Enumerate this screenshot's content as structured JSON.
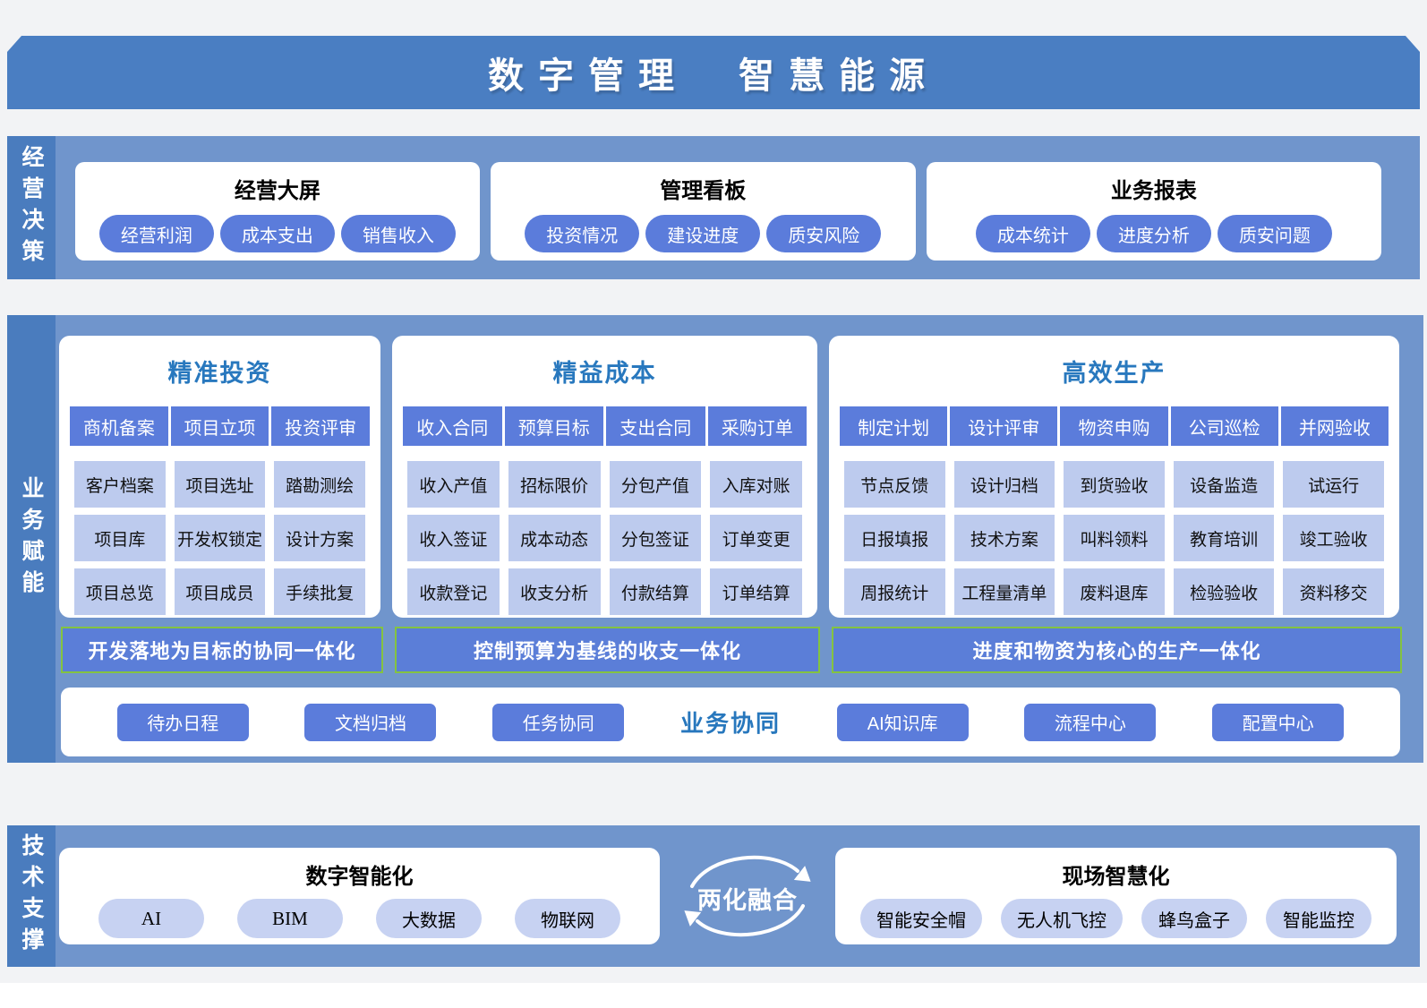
{
  "banner": {
    "title": "数字管理　智慧能源"
  },
  "palette": {
    "banner_blue": "#4a7ec2",
    "strip_blue": "#4a7cbe",
    "section_body_blue": "#7095cc",
    "button_blue": "#5b7cdb",
    "cell_light_blue": "#bdcbee",
    "tech_pill_blue": "#c7d2f2",
    "title_blue": "#2878be",
    "green_border": "#84c341",
    "page_background": "#f2f3f5"
  },
  "sections": {
    "decision": {
      "label": "经营决策",
      "cards": [
        {
          "title": "经营大屏",
          "pills": [
            "经营利润",
            "成本支出",
            "销售收入"
          ]
        },
        {
          "title": "管理看板",
          "pills": [
            "投资情况",
            "建设进度",
            "质安风险"
          ]
        },
        {
          "title": "业务报表",
          "pills": [
            "成本统计",
            "进度分析",
            "质安问题"
          ]
        }
      ]
    },
    "empower": {
      "label": "业务赋能",
      "cards": [
        {
          "title": "精准投资",
          "headers": [
            "商机备案",
            "项目立项",
            "投资评审"
          ],
          "rows": [
            [
              "客户档案",
              "项目选址",
              "踏勘测绘"
            ],
            [
              "项目库",
              "开发权锁定",
              "设计方案"
            ],
            [
              "项目总览",
              "项目成员",
              "手续批复"
            ]
          ],
          "integration_banner": "开发落地为目标的协同一体化"
        },
        {
          "title": "精益成本",
          "headers": [
            "收入合同",
            "预算目标",
            "支出合同",
            "采购订单"
          ],
          "rows": [
            [
              "收入产值",
              "招标限价",
              "分包产值",
              "入库对账"
            ],
            [
              "收入签证",
              "成本动态",
              "分包签证",
              "订单变更"
            ],
            [
              "收款登记",
              "收支分析",
              "付款结算",
              "订单结算"
            ]
          ],
          "integration_banner": "控制预算为基线的收支一体化"
        },
        {
          "title": "高效生产",
          "headers": [
            "制定计划",
            "设计评审",
            "物资申购",
            "公司巡检",
            "并网验收"
          ],
          "rows": [
            [
              "节点反馈",
              "设计归档",
              "到货验收",
              "设备监造",
              "试运行"
            ],
            [
              "日报填报",
              "技术方案",
              "叫料领料",
              "教育培训",
              "竣工验收"
            ],
            [
              "周报统计",
              "工程量清单",
              "废料退库",
              "检验验收",
              "资料移交"
            ]
          ],
          "integration_banner": "进度和物资为核心的生产一体化"
        }
      ],
      "collab": {
        "left_buttons": [
          "待办日程",
          "文档归档",
          "任务协同"
        ],
        "label": "业务协同",
        "right_buttons": [
          "AI知识库",
          "流程中心",
          "配置中心"
        ]
      }
    },
    "tech": {
      "label": "技术支撑",
      "fusion": "两化融合",
      "cards": [
        {
          "title": "数字智能化",
          "pills": [
            "AI",
            "BIM",
            "大数据",
            "物联网"
          ]
        },
        {
          "title": "现场智慧化",
          "pills": [
            "智能安全帽",
            "无人机飞控",
            "蜂鸟盒子",
            "智能监控"
          ]
        }
      ]
    }
  }
}
